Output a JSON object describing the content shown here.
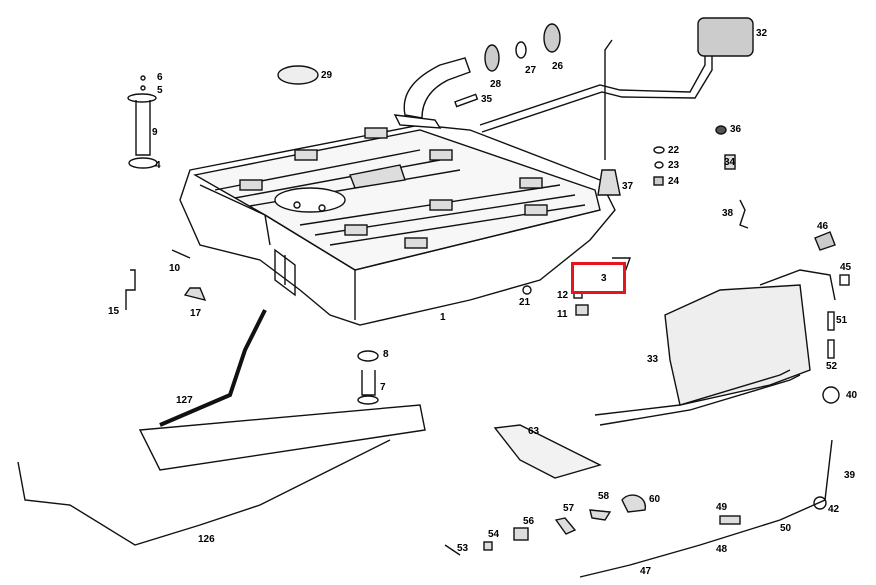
{
  "labels": {
    "p1": "1",
    "p3": "3",
    "p4": "4",
    "p5": "5",
    "p6": "6",
    "p7": "7",
    "p8": "8",
    "p9": "9",
    "p10": "10",
    "p11": "11",
    "p12": "12",
    "p15": "15",
    "p17": "17",
    "p21": "21",
    "p22": "22",
    "p23": "23",
    "p24": "24",
    "p26": "26",
    "p27": "27",
    "p28": "28",
    "p29": "29",
    "p32": "32",
    "p33": "33",
    "p34": "34",
    "p35": "35",
    "p36": "36",
    "p37": "37",
    "p38": "38",
    "p39": "39",
    "p40": "40",
    "p42": "42",
    "p45": "45",
    "p46": "46",
    "p47": "47",
    "p48": "48",
    "p49": "49",
    "p50": "50",
    "p51": "51",
    "p52": "52",
    "p53": "53",
    "p54": "54",
    "p56": "56",
    "p57": "57",
    "p58": "58",
    "p60": "60",
    "p63": "63",
    "p126": "126",
    "p127": "127"
  },
  "highlight": {
    "label": "3",
    "color": "#e8141b"
  }
}
